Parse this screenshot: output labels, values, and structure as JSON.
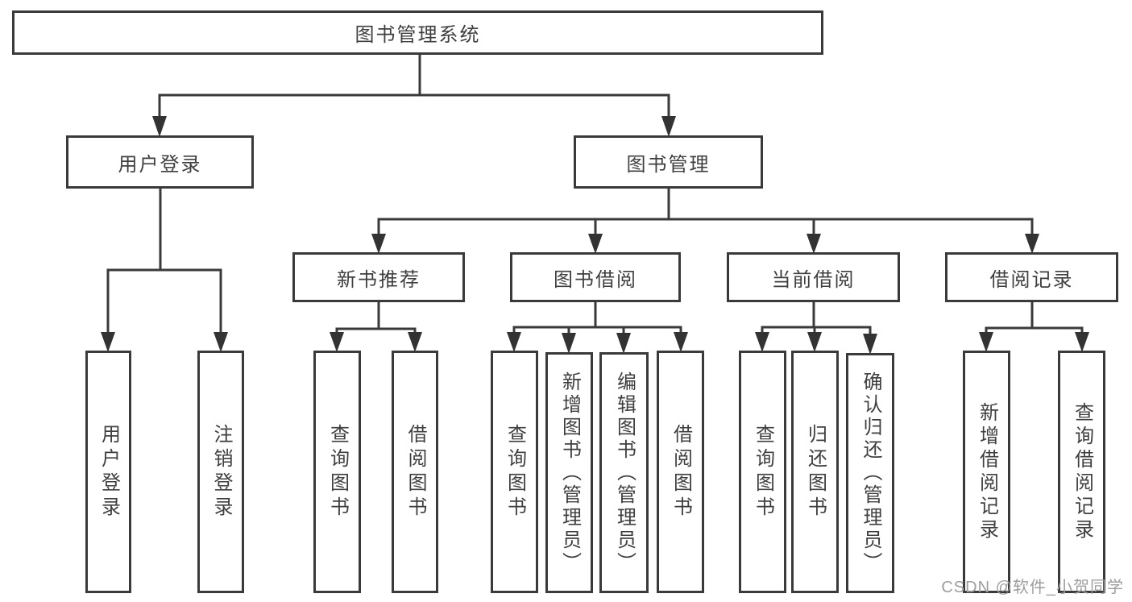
{
  "diagram": {
    "type": "hierarchy-tree",
    "root": {
      "label": "图书管理系统"
    },
    "branches": {
      "user_login": {
        "label": "用户登录",
        "children": [
          {
            "label": "用户登录"
          },
          {
            "label": "注销登录"
          }
        ]
      },
      "book_mgmt": {
        "label": "图书管理",
        "children": {
          "new_books": {
            "label": "新书推荐",
            "children": [
              {
                "label": "查询图书"
              },
              {
                "label": "借阅图书"
              }
            ]
          },
          "borrowing": {
            "label": "图书借阅",
            "children": [
              {
                "label": "查询图书"
              },
              {
                "label": "新增图书（管理员）"
              },
              {
                "label": "编辑图书（管理员）"
              },
              {
                "label": "借阅图书"
              }
            ]
          },
          "current_borrow": {
            "label": "当前借阅",
            "children": [
              {
                "label": "查询图书"
              },
              {
                "label": "归还图书"
              },
              {
                "label": "确认归还（管理员）"
              }
            ]
          },
          "borrow_records": {
            "label": "借阅记录",
            "children": [
              {
                "label": "新增借阅记录"
              },
              {
                "label": "查询借阅记录"
              }
            ]
          }
        }
      }
    },
    "colors": {
      "line": "#3a3a3a",
      "text": "#3f3f3f",
      "background": "#ffffff",
      "watermark_text": "#9e9e9e"
    }
  },
  "watermark": "CSDN @软件_小贺同学"
}
